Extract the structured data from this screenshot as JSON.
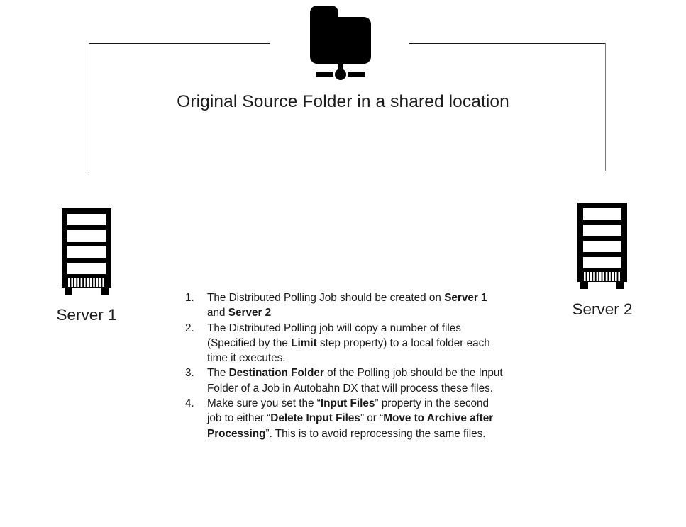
{
  "diagram": {
    "title": "Original Source Folder in a shared location",
    "shared_folder_icon": "shared-network-folder-icon",
    "bracket": {
      "color": "#1a1a1a",
      "right_edge_color": "#787878"
    },
    "nodes": [
      {
        "id": "server-1",
        "label": "Server 1",
        "icon": "server-rack-icon"
      },
      {
        "id": "server-2",
        "label": "Server 2",
        "icon": "server-rack-icon"
      }
    ],
    "instructions": [
      {
        "marker": "1.",
        "runs": [
          {
            "text": "The Distributed Polling Job should be created on ",
            "bold": false
          },
          {
            "text": "Server 1",
            "bold": true
          },
          {
            "text": " and ",
            "bold": false
          },
          {
            "text": "Server 2",
            "bold": true
          }
        ]
      },
      {
        "marker": "2.",
        "runs": [
          {
            "text": "The Distributed Polling job will copy a number of files (Specified by the ",
            "bold": false
          },
          {
            "text": "Limit",
            "bold": true
          },
          {
            "text": " step property) to a local folder each time it executes.",
            "bold": false
          }
        ]
      },
      {
        "marker": "3.",
        "runs": [
          {
            "text": "The ",
            "bold": false
          },
          {
            "text": "Destination Folder",
            "bold": true
          },
          {
            "text": " of the Polling job should be the Input Folder of a Job in Autobahn DX that will process these files.",
            "bold": false
          }
        ]
      },
      {
        "marker": "4.",
        "runs": [
          {
            "text": " Make sure you set the “",
            "bold": false
          },
          {
            "text": "Input Files",
            "bold": true
          },
          {
            "text": "” property in the second job to either “",
            "bold": false
          },
          {
            "text": "Delete Input Files",
            "bold": true
          },
          {
            "text": "” or “",
            "bold": false
          },
          {
            "text": "Move to Archive after Processing",
            "bold": true
          },
          {
            "text": "”. This is to avoid reprocessing the same files.",
            "bold": false
          }
        ]
      }
    ]
  }
}
